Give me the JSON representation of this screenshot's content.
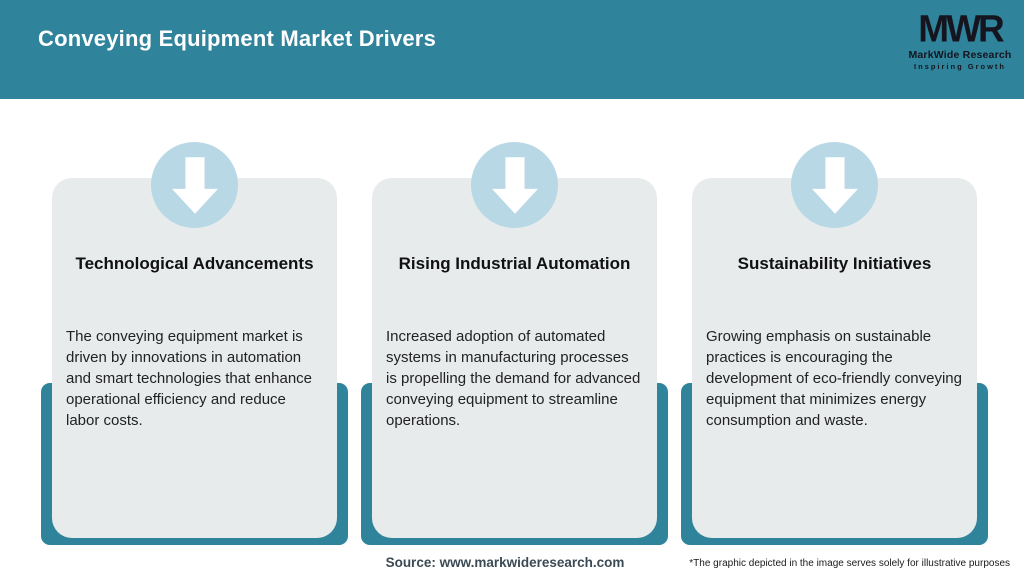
{
  "header": {
    "title": "Conveying Equipment Market Drivers",
    "logo": {
      "acronym": "MWR",
      "name": "MarkWide Research",
      "tagline": "Inspiring Growth"
    }
  },
  "cards": [
    {
      "icon": "down-arrow",
      "title": "Technological Advancements",
      "body": "The conveying equipment market is driven by innovations in automation and smart technologies that enhance operational efficiency and reduce labor costs."
    },
    {
      "icon": "down-arrow",
      "title": "Rising Industrial Automation",
      "body": "Increased adoption of automated systems in manufacturing processes is propelling the demand for advanced conveying equipment to streamline operations."
    },
    {
      "icon": "down-arrow",
      "title": "Sustainability Initiatives",
      "body": "Growing emphasis on sustainable practices is encouraging the development of eco-friendly conveying equipment that minimizes energy consumption and waste."
    }
  ],
  "footer": {
    "source": "Source: www.markwideresearch.com",
    "disclaimer": "*The graphic depicted in the image serves solely for illustrative purposes"
  },
  "colors": {
    "accent_teal": "#2F839B",
    "icon_circle_blue": "#B7D8E4",
    "card_background": "#E8EBEC",
    "header_text": "#FFFFFF",
    "logo_text": "#15151F",
    "source_text": "#3B4A54"
  }
}
